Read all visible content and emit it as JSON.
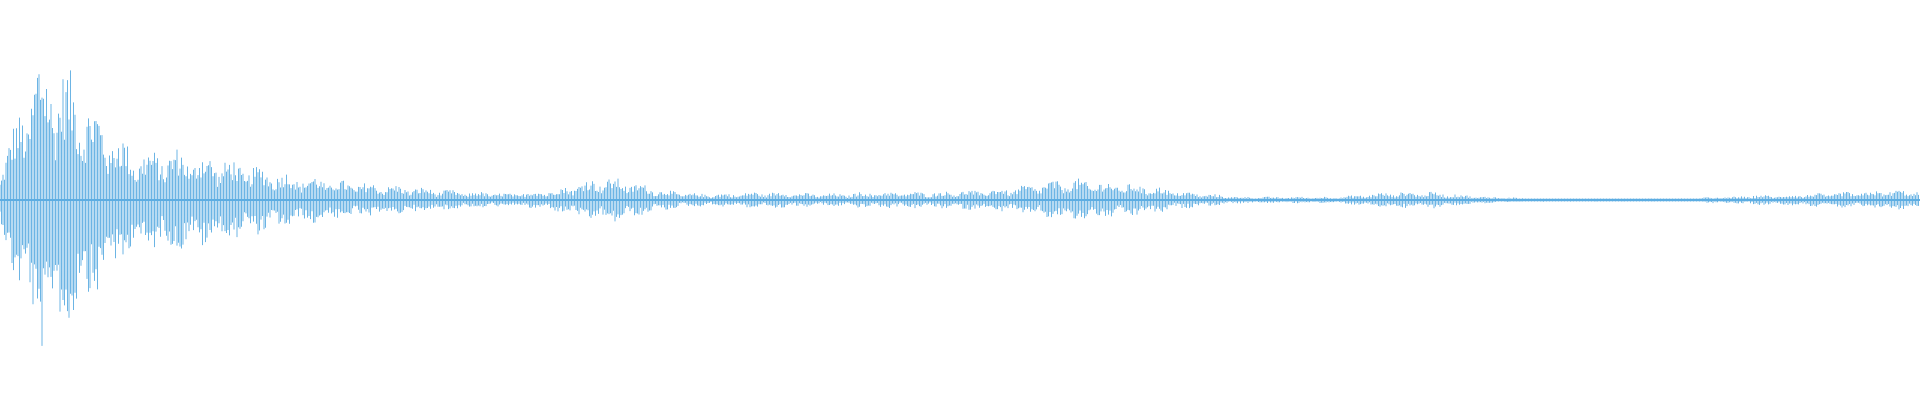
{
  "waveform": {
    "color": "#5dade2",
    "background": "#ffffff",
    "amplitude_envelope_fraction_of_full_scale": [
      0.2,
      0.55,
      0.9,
      0.85,
      0.75,
      0.58,
      0.45,
      0.32,
      0.3,
      0.32,
      0.3,
      0.28,
      0.26,
      0.22,
      0.2,
      0.17,
      0.15,
      0.14,
      0.12,
      0.11,
      0.1,
      0.09,
      0.08,
      0.07,
      0.06,
      0.05,
      0.05,
      0.04,
      0.05,
      0.06,
      0.08,
      0.12,
      0.14,
      0.13,
      0.1,
      0.07,
      0.05,
      0.04,
      0.04,
      0.04,
      0.05,
      0.05,
      0.05,
      0.04,
      0.04,
      0.04,
      0.05,
      0.05,
      0.05,
      0.05,
      0.05,
      0.06,
      0.06,
      0.07,
      0.08,
      0.1,
      0.12,
      0.13,
      0.12,
      0.11,
      0.1,
      0.09,
      0.07,
      0.05,
      0.04,
      0.03,
      0.02,
      0.02,
      0.02,
      0.02,
      0.02,
      0.02,
      0.03,
      0.04,
      0.05,
      0.05,
      0.05,
      0.04,
      0.03,
      0.02,
      0.02,
      0.01,
      0.01,
      0.01,
      0.01,
      0.01,
      0.01,
      0.01,
      0.01,
      0.01,
      0.01,
      0.02,
      0.02,
      0.03,
      0.03,
      0.03,
      0.04,
      0.04,
      0.05,
      0.05,
      0.06,
      0.06,
      0.06
    ]
  }
}
